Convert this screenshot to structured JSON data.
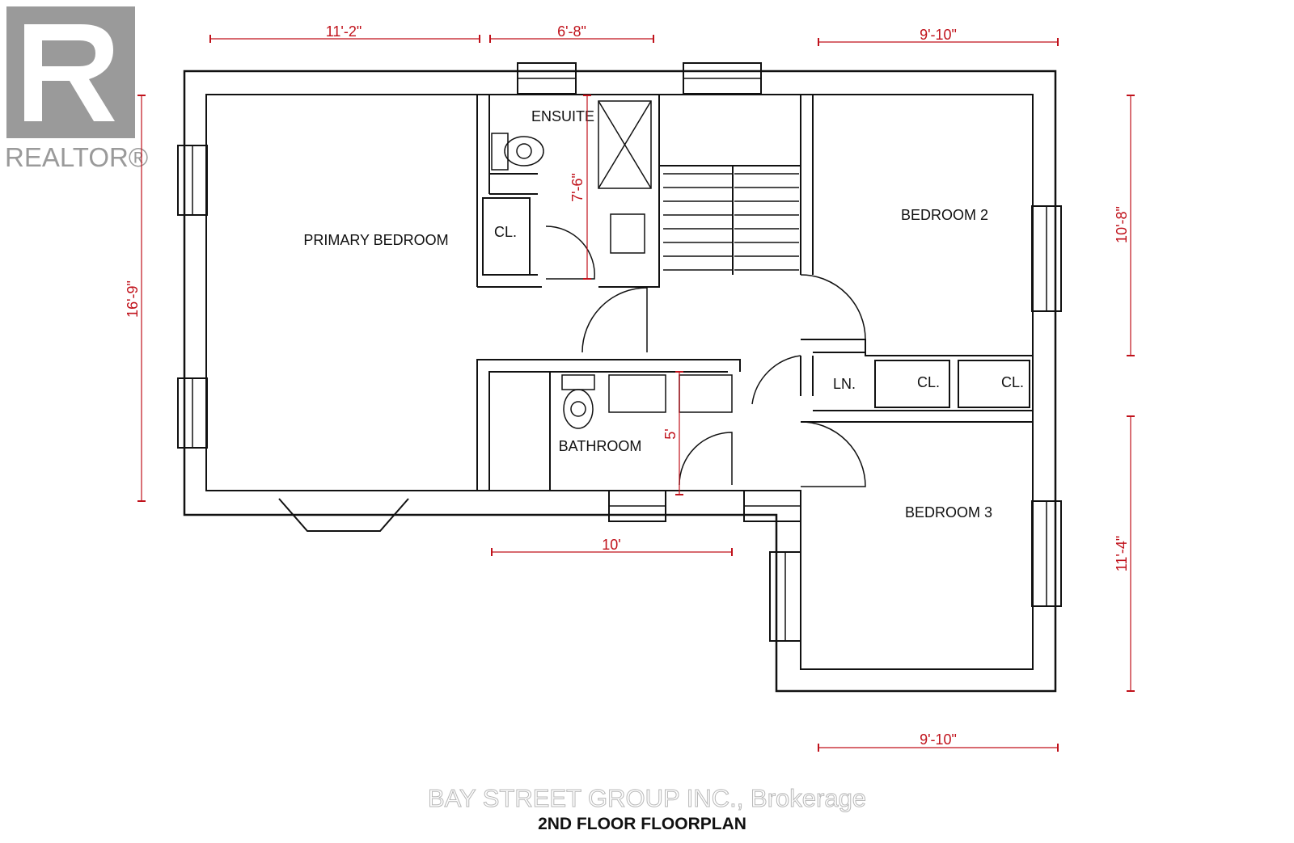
{
  "logo": {
    "name": "REALTOR®",
    "icon": "realtor-r-logo-icon",
    "color": "#9a9a9a"
  },
  "rooms": {
    "primary_bedroom": "PRIMARY BEDROOM",
    "ensuite": "ENSUITE",
    "ensuite_closet": "CL.",
    "bedroom2": "BEDROOM 2",
    "bedroom3": "BEDROOM 3",
    "bathroom": "BATHROOM",
    "linen": "LN.",
    "closet_a": "CL.",
    "closet_b": "CL."
  },
  "dimensions": {
    "primary_width": "11'-2\"",
    "ensuite_width": "6'-8\"",
    "bedroom2_width": "9'-10\"",
    "primary_length": "16'-9\"",
    "ensuite_length": "7'-6\"",
    "bedroom2_length": "10'-8\"",
    "bathroom_length": "5'",
    "bathroom_width": "10'",
    "bedroom3_length": "11'-4\"",
    "bedroom3_width": "9'-10\""
  },
  "dimension_color": "#c0121b",
  "watermark": "BAY STREET GROUP INC., Brokerage",
  "caption": "2ND FLOOR FLOORPLAN"
}
